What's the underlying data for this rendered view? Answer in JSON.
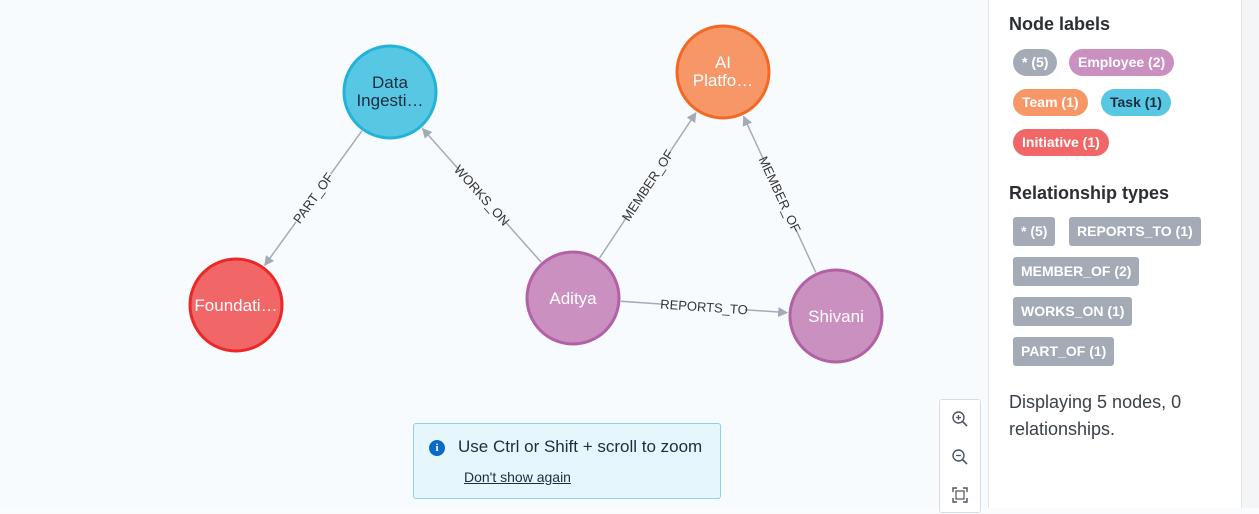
{
  "graph": {
    "nodes": [
      {
        "id": "data_ingestion",
        "line1": "Data",
        "line2": "Ingesti…",
        "color": "#57c7e3",
        "stroke": "#23b3d7"
      },
      {
        "id": "ai_platform",
        "line1": "AI",
        "line2": "Platfo…",
        "color": "#f79767",
        "stroke": "#f36924"
      },
      {
        "id": "foundation",
        "line1": "Foundati…",
        "color": "#f16667",
        "stroke": "#eb2728"
      },
      {
        "id": "aditya",
        "line1": "Aditya",
        "color": "#c990c0",
        "stroke": "#b261a5"
      },
      {
        "id": "shivani",
        "line1": "Shivani",
        "color": "#c990c0",
        "stroke": "#b261a5"
      }
    ],
    "relationships": [
      {
        "type": "PART_OF",
        "from": "data_ingestion",
        "to": "foundation"
      },
      {
        "type": "WORKS_ON",
        "from": "aditya",
        "to": "data_ingestion"
      },
      {
        "type": "MEMBER_OF",
        "from": "aditya",
        "to": "ai_platform"
      },
      {
        "type": "MEMBER_OF",
        "from": "shivani",
        "to": "ai_platform"
      },
      {
        "type": "REPORTS_TO",
        "from": "aditya",
        "to": "shivani"
      }
    ]
  },
  "toast": {
    "message": "Use Ctrl or Shift + scroll to zoom",
    "dismiss": "Don't show again"
  },
  "zoom": {
    "icons": [
      "zoom-in-icon",
      "zoom-out-icon",
      "fit-to-screen-icon"
    ]
  },
  "sidebar": {
    "node_labels_title": "Node labels",
    "node_labels": [
      {
        "label": "* (5)",
        "color": "#a5abb6"
      },
      {
        "label": "Employee (2)",
        "color": "#c990c0"
      },
      {
        "label": "Team (1)",
        "color": "#f79767"
      },
      {
        "label": "Task (1)",
        "color": "#57c7e3",
        "text_color": "#1f2d3d"
      },
      {
        "label": "Initiative (1)",
        "color": "#f16667"
      }
    ],
    "relationship_types_title": "Relationship types",
    "relationship_types": [
      {
        "label": "* (5)"
      },
      {
        "label": "REPORTS_TO (1)"
      },
      {
        "label": "MEMBER_OF (2)"
      },
      {
        "label": "WORKS_ON (1)"
      },
      {
        "label": "PART_OF (1)"
      }
    ],
    "status": "Displaying 5 nodes, 0 relationships."
  }
}
